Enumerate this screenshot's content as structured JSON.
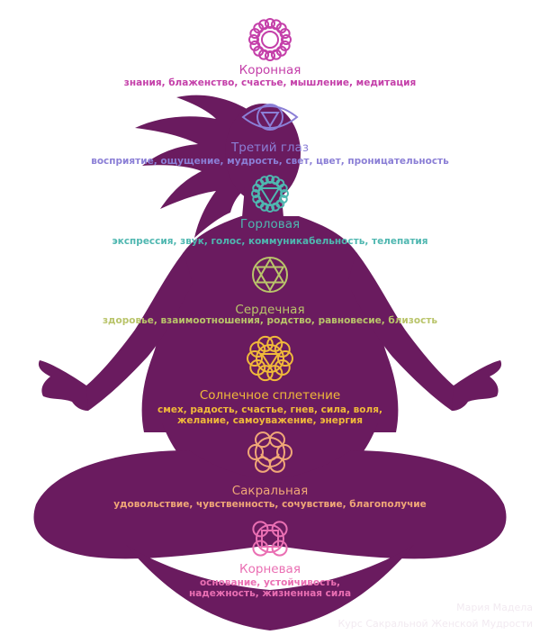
{
  "figure_color": "#6a1b5f",
  "chakras": [
    {
      "name": "Коронная",
      "desc": [
        "знания, блаженство, счастье, мышление, медитация"
      ],
      "color": "#c43fa9",
      "icon": "crown-chakra-icon"
    },
    {
      "name": "Третий глаз",
      "desc": [
        "восприятие, ощущение, мудрость, свет, цвет, проницательность"
      ],
      "color": "#8b7fd6",
      "icon": "third-eye-chakra-icon"
    },
    {
      "name": "Горловая",
      "desc": [
        "экспрессия, звук, голос, коммуникабельность, телепатия"
      ],
      "color": "#4fb7b0",
      "icon": "throat-chakra-icon"
    },
    {
      "name": "Сердечная",
      "desc": [
        "здоровье, взаимоотношения, родство, равновесие, близость"
      ],
      "color": "#b9c46a",
      "icon": "heart-chakra-icon"
    },
    {
      "name": "Солнечное сплетение",
      "desc": [
        "смех, радость, счастье, гнев, сила, воля,",
        "желание, самоуважение, энергия"
      ],
      "color": "#f0b93a",
      "icon": "solar-plexus-chakra-icon"
    },
    {
      "name": "Сакральная",
      "desc": [
        "удовольствие, чувственность, сочувствие, благополучие"
      ],
      "color": "#f0a777",
      "icon": "sacral-chakra-icon"
    },
    {
      "name": "Корневая",
      "desc": [
        "основание, устойчивость,",
        "надежность, жизненная сила"
      ],
      "color": "#ea6fb3",
      "icon": "root-chakra-icon"
    }
  ],
  "watermark": {
    "line1": "Мария Мадела",
    "line2": "Курс Сакральной Женской Мудрости"
  }
}
